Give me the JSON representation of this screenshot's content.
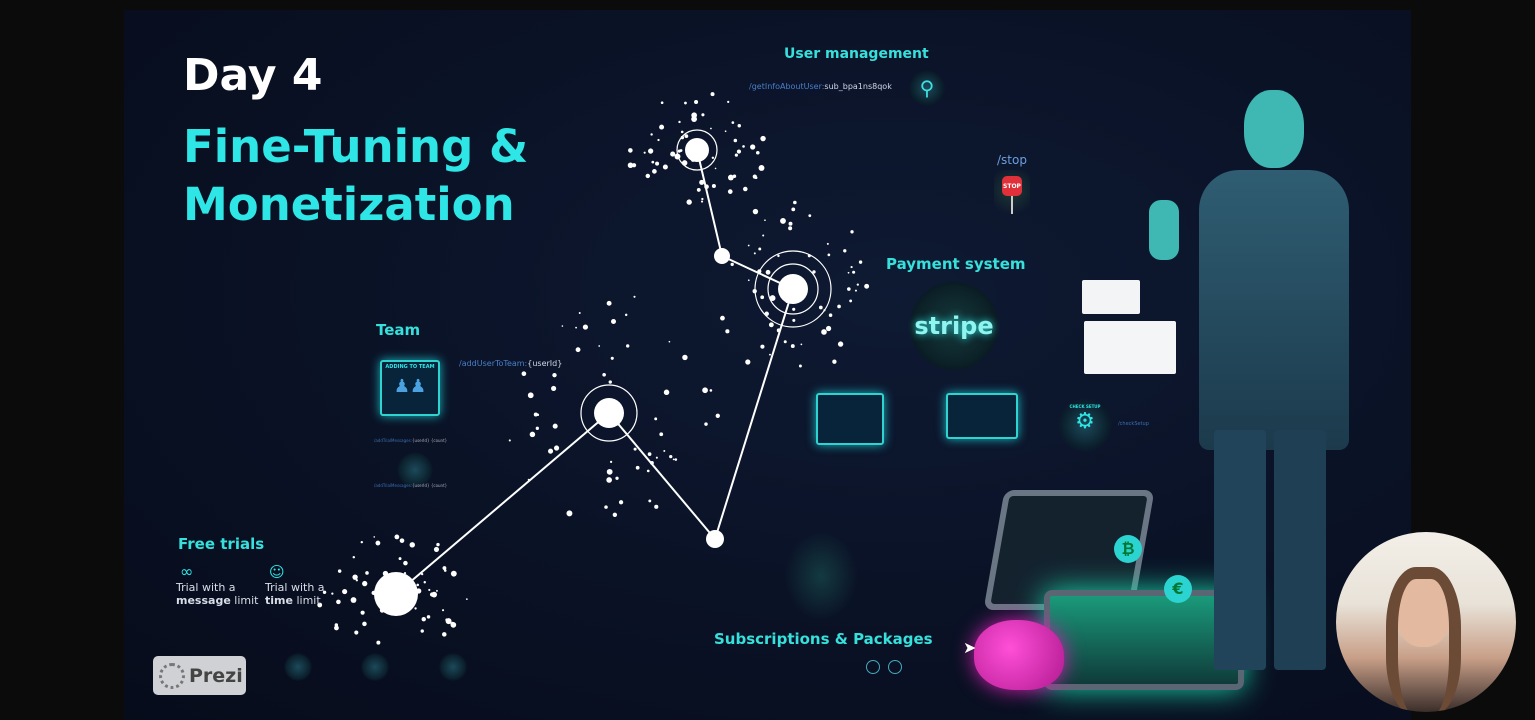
{
  "slide": {
    "day": "Day 4",
    "title_line1": "Fine-Tuning &",
    "title_line2": "Monetization"
  },
  "user_management": {
    "heading": "User management",
    "command": "/getInfoAboutUser:",
    "arg": "sub_bpa1ns8qok",
    "stop_command": "/stop",
    "stop_sign": "STOP"
  },
  "team": {
    "heading": "Team",
    "card_title": "ADDING TO TEAM",
    "command": "/addUserToTeam:",
    "arg": "{userId}",
    "trial_cmd1": "/addTrialMessages:",
    "trial_cmd1_arg": "{userId} {count}",
    "trial_cmd2": "/addTrialMessages:",
    "trial_cmd2_arg": "{userId} {count}"
  },
  "payment": {
    "heading": "Payment system",
    "stripe_logo": "stripe",
    "check_setup_label": "CHECK SETUP",
    "check_command": "/checkSetup"
  },
  "free_trials": {
    "heading": "Free trials",
    "items": [
      {
        "icon": "infinity-icon",
        "line1": "Trial with a",
        "bold": "message",
        "rest": "limit"
      },
      {
        "icon": "clock-face-icon",
        "line1": "Trial with a",
        "bold": "time",
        "rest": "limit"
      }
    ]
  },
  "subscriptions": {
    "heading": "Subscriptions & Packages"
  },
  "prezi_badge": "Prezi",
  "colors": {
    "accent": "#2ee6e6",
    "background": "#0a1226",
    "command_blue": "#4a7fc8"
  }
}
